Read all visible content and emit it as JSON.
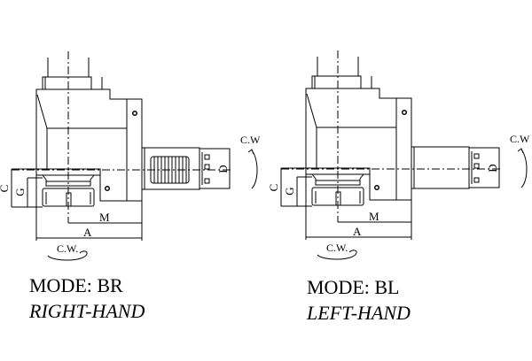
{
  "drawings": [
    {
      "mode": "MODE: BR",
      "hand": "RIGHT-HAND",
      "output": "threaded",
      "dims": {
        "c": "C",
        "g": "G",
        "m": "M",
        "a": "A",
        "d": "D"
      },
      "rotation_bottom": "C.W.",
      "rotation_side": "C.W"
    },
    {
      "mode": "MODE: BL",
      "hand": "LEFT-HAND",
      "output": "plain",
      "dims": {
        "c": "C",
        "g": "G",
        "m": "M",
        "a": "A",
        "d": "D"
      },
      "rotation_bottom": "C.W.",
      "rotation_side": "C.W"
    }
  ],
  "colors": {
    "line": "#000000",
    "background": "#ffffff"
  }
}
